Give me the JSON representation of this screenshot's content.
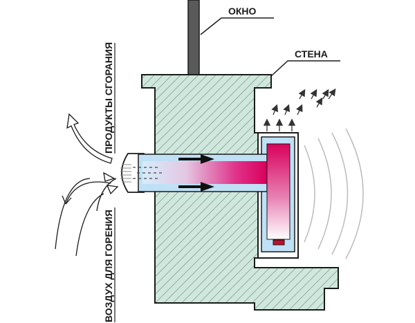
{
  "labels": {
    "window": "ОКНО",
    "wall": "СТЕНА",
    "exhaust": "ПРОДУКТЫ СГОРАНИЯ",
    "intake": "ВОЗДУХ ДЛЯ ГОРЕНИЯ"
  },
  "colors": {
    "wall_fill": "#cfe7dc",
    "wall_hatch": "#7a9488",
    "outline": "#1a1a1a",
    "pipe_blue": "#bfe0f5",
    "heat_red": "#d9005b",
    "window_frame": "#5a5a5a",
    "radiation_lines": "#bbbbbb"
  }
}
